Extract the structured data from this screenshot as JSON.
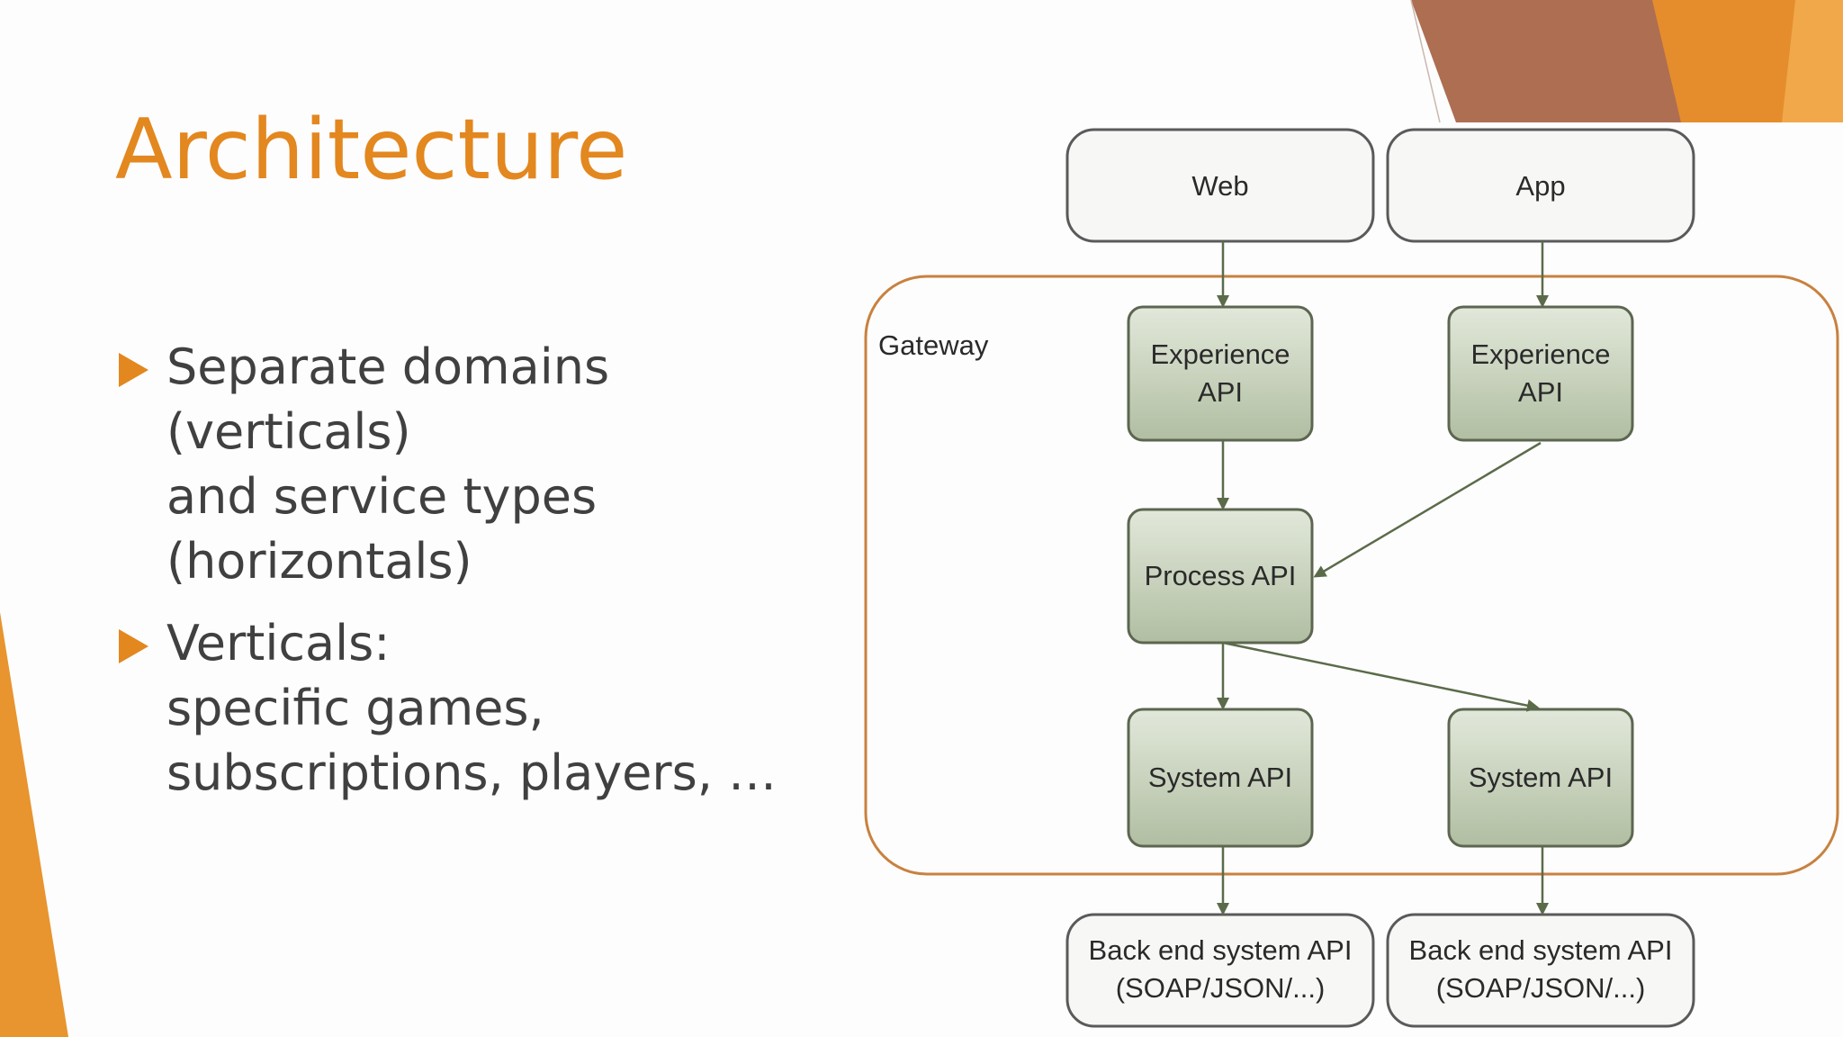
{
  "slide": {
    "title": "Architecture",
    "bullets": [
      {
        "lines": [
          "Separate domains",
          "(verticals)",
          "and service types",
          "(horizontals)"
        ]
      },
      {
        "lines": [
          "Verticals:",
          "specific games,",
          "subscriptions, players, …"
        ]
      }
    ]
  },
  "diagram": {
    "gateway_label": "Gateway",
    "web": "Web",
    "app": "App",
    "experience_left": [
      "Experience",
      "API"
    ],
    "experience_right": [
      "Experience",
      "API"
    ],
    "process": "Process API",
    "system_left": "System API",
    "system_right": "System API",
    "backend_left": [
      "Back end system API",
      "(SOAP/JSON/...)"
    ],
    "backend_right": [
      "Back end system API",
      "(SOAP/JSON/...)"
    ]
  },
  "colors": {
    "accent": "#e3871f",
    "deco_brown": "#a8674a",
    "deco_orange": "#e8932f",
    "node_green_top": "#dde4d5",
    "node_green_bottom": "#b3c0a4",
    "node_border": "#5c6650",
    "arrow": "#5b6b4a",
    "gateway_border": "#c8813f"
  }
}
